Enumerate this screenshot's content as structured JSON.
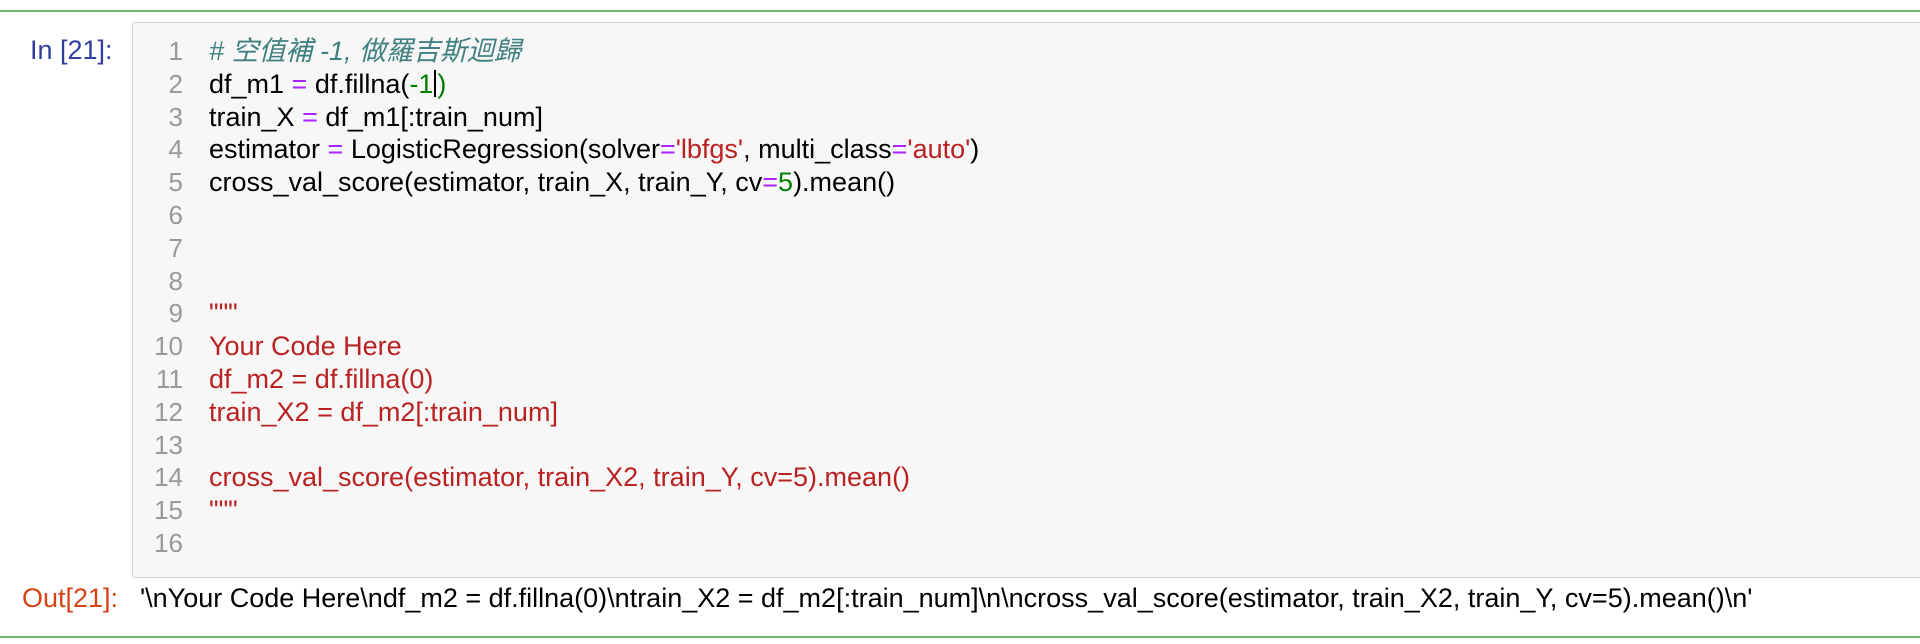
{
  "cell": {
    "in_prompt": "In [21]:",
    "out_prompt": "Out[21]:",
    "line_numbers": [
      "1",
      "2",
      "3",
      "4",
      "5",
      "6",
      "7",
      "8",
      "9",
      "10",
      "11",
      "12",
      "13",
      "14",
      "15",
      "16"
    ],
    "code": {
      "l1": "# 空值補 -1, 做羅吉斯迴歸",
      "l2": [
        "df_m1",
        " = ",
        "df.fillna(",
        "-1",
        ")"
      ],
      "l3": [
        "train_X",
        " = ",
        "df_m1[:train_num]"
      ],
      "l4": [
        "estimator",
        " = ",
        "LogisticRegression(solver",
        "=",
        "'lbfgs'",
        ", multi_class",
        "=",
        "'auto'",
        ")"
      ],
      "l5": [
        "cross_val_score(estimator, train_X, train_Y, cv",
        "=",
        "5",
        ").mean()"
      ],
      "l9": "\"\"\"",
      "l10": "Your Code Here",
      "l11": "df_m2 = df.fillna(0)",
      "l12": "train_X2 = df_m2[:train_num]",
      "l14": "cross_val_score(estimator, train_X2, train_Y, cv=5).mean()",
      "l15": "\"\"\""
    },
    "output": "'\\nYour Code Here\\ndf_m2 = df.fillna(0)\\ntrain_X2 = df_m2[:train_num]\\n\\ncross_val_score(estimator, train_X2, train_Y, cv=5).mean()\\n'"
  }
}
